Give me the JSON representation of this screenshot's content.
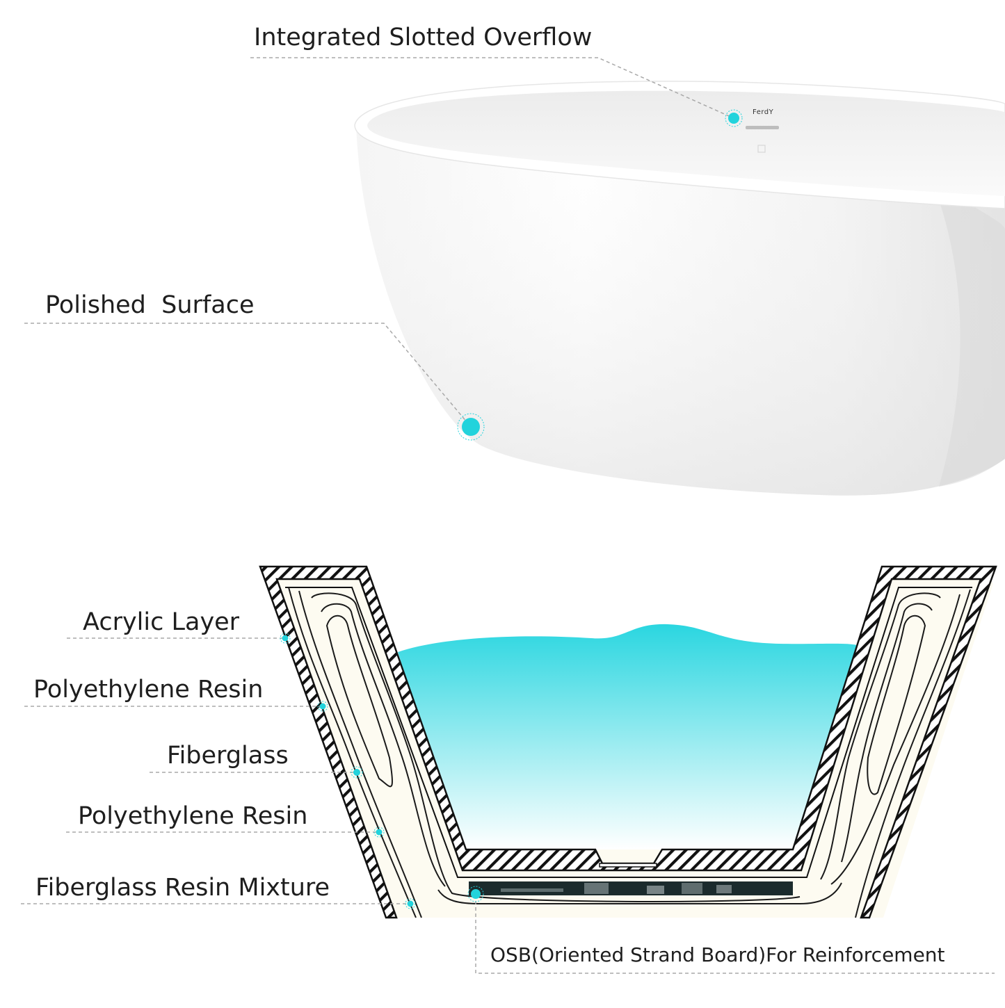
{
  "brand": {
    "logo_text": "FerdY"
  },
  "callouts": {
    "overflow": "Integrated Slotted Overflow",
    "surface": "Polished  Surface",
    "acrylic": "Acrylic Layer",
    "resin_1": "Polyethylene Resin",
    "fiberglass": "Fiberglass",
    "resin_2": "Polyethylene Resin",
    "mixture": "Fiberglass Resin Mixture",
    "osb": "OSB(Oriented Strand Board)For Reinforcement"
  },
  "colors": {
    "accent_dot": "#22d3dc",
    "water_top": "#2ad6e0",
    "water_bottom": "#ffffff",
    "leader_line": "#a8a8a8",
    "hatch": "#111111",
    "tub_white": "#ffffff",
    "tub_shadow": "#dcdcdc"
  },
  "icons": {
    "marker": "callout-dot-icon",
    "overflow_slot": "overflow-slot-icon",
    "drain": "drain-icon"
  }
}
